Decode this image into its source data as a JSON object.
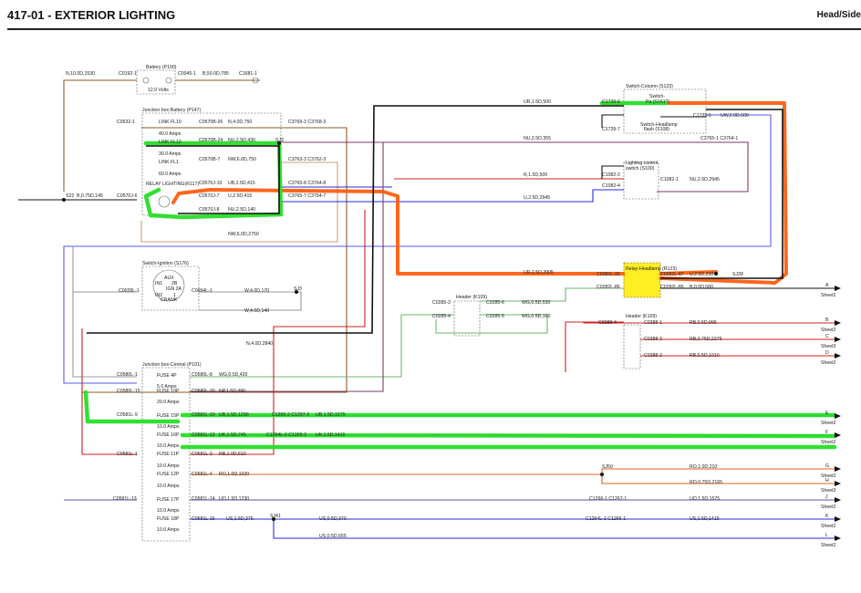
{
  "header": {
    "title": "417-01 - EXTERIOR LIGHTING",
    "right": "Head/Side"
  },
  "colors": {
    "brown": "#8a5a2b",
    "tan": "#c8a27a",
    "violet": "#7a3b6a",
    "blue": "#2a2ad8",
    "lightblue": "#5a5ae8",
    "red": "#d02020",
    "green": "#6fb56f",
    "grey": "#999999",
    "black": "#111111",
    "hl_green": "#22dd22",
    "hl_orange": "#ff5a0a",
    "hl_yellow": "#ffee22"
  },
  "components": {
    "battery": "Battery (P100)",
    "battery_volts": "12.0 Volts",
    "jb_battery": "Junction box-Battery (P147)",
    "switch_column": "Switch-Column (S123)",
    "switch_inner": "Switch-",
    "switch_inner2": "Pa (S161?)",
    "switch_headlamp_flash": "Switch-Headlamp",
    "switch_headlamp_flash2": "flash (S108)",
    "lighting_control": "Lighting control",
    "lighting_control2": "switch (S100)",
    "switch_ignition": "Switch-Ignition (S176)",
    "ign_aux": "AUX",
    "ign_2b": "2B",
    "ign_in1": "IN1",
    "ign_2a": "IGN 2A",
    "ign_in2": "IN2",
    "ign_crank": "CRANK",
    "ign_1": "1",
    "relay_headlamp": "Relay-Headlamp (R123)",
    "header_k109a": "Header (K109)",
    "header_k109b": "Header (K109)",
    "jb_central": "Junction box-Central (P101)",
    "relay_lighting": "RELAY LIGHTING(R117)"
  },
  "fuses": {
    "f_fl10": "LINK FL10",
    "f_fl10_a": "40.0 Amps",
    "f_fl12": "LINK FL12",
    "f_fl12_a": "30.0 Amps",
    "f_fl1": "LINK FL1",
    "f_fl1_a": "60.0 Amps",
    "f_4p": "FUSE 4P",
    "f_4p_a": "5.0 Amps",
    "f_10p": "FUSE 10P",
    "f_10p_a": "20.0 Amps",
    "f_15p": "FUSE 15P",
    "f_15p_a": "10.0 Amps",
    "f_16p": "FUSE 16P",
    "f_16p_a": "10.0 Amps",
    "f_11p": "FUSE 11P",
    "f_11p_a": "10.0 Amps",
    "f_12p": "FUSE 12P",
    "f_12p_a": "10.0 Amps",
    "f_17p": "FUSE 17P",
    "f_17p_a": "10.0 Amps",
    "f_18p": "FUSE 18P",
    "f_18p_a": "10.0 Amps"
  },
  "labels": {
    "w_n10": "N,10.0D,1530",
    "c0192": "C0192-1",
    "c0045": "C0045-1",
    "w_b50": "B,50.0D,785",
    "c1681": "C1681-1",
    "c0632": "C0632-1",
    "c0570b26": "C0570B-26",
    "w_n40": "N,4.0D,750",
    "c3769": "C3769-3 C3768-3",
    "c0570b24": "C0570B-24",
    "w_nu25_430": "NU,2.5D,430",
    "sj3_top": "SJ3",
    "c0570b7": "C0570B-7",
    "w_nw60": "NW,6.0D,750",
    "c3763": "C3763-3 C3762-3",
    "c0570j10": "C0570J-10",
    "w_ub25": "UB,2.5D,415",
    "c3765_8": "C3765-8 C3764-8",
    "s22": "S22",
    "w_b075": "B,0.75D,145",
    "c0570j6": "C0570J-6",
    "c0570j7": "C0570J-7",
    "w_u25_415": "U,2.5D,415",
    "c3765_7": "C3765-7 C3764-7",
    "c0570j8": "C0570J-8",
    "w_nu25_140": "NU,2.5D,140",
    "w_nw60_2750": "NW,6.0D,2750",
    "w_ur15_500": "UR,1.5D,500",
    "c1739_6": "C1739-6",
    "c1739_5": "C1739-5",
    "w_uw20_500": "UW,2.0D,500",
    "c1739_7": "C1739-7",
    "w_nu25_355": "NU,2.5D,355",
    "c3765_1": "C3765-1 C3764-1",
    "w_r15_500": "R,1.5D,500",
    "c1082_2": "C1082-2",
    "c1082_1": "C1082-1",
    "w_nu25_2945": "NU,2.5D,2945",
    "c1082_4": "C1082-4",
    "w_u25_2945": "U,2.5D,2945",
    "c0028l": "C0028L-1",
    "c0094l": "C0094L-1",
    "w_w40_170": "W,4.0D,170",
    "sj3_mid": "SJ3",
    "w_w40_140": "W,4.0D,140",
    "w_ur25_2905": "UR,2.5D,2905",
    "c0282l_30": "C0282L-30",
    "c0282l_87": "C0282L-87",
    "w_u25_250": "U,2.5D,250",
    "sj38": "SJ38",
    "c0282l_86": "C0282L-86",
    "c0282l_85": "C0282L-85",
    "w_b05_580": "B,0.5D,580",
    "c0285_3": "C0285-3",
    "c0285_6": "C0285-6",
    "w_wg05_530": "WG,0.5D,530",
    "c0285_4": "C0285-4",
    "c0285_5": "C0285-5",
    "w_wg05_100": "WG,0.5D,100",
    "c0288_4": "C0288-4",
    "c0288_1": "C0288-1",
    "w_rb05_995": "RB,0.5D,995",
    "c0288_3": "C0288-3",
    "w_rb075_2275": "RB,0.75D,2275",
    "c0288_2": "C0288-2",
    "w_rb05_1010": "RB,0.5D,1010",
    "w_n40_2840": "N,4.0D,2840",
    "c0580l_1": "C0580L-1",
    "c0580l_8": "C0580L-8",
    "w_wg05_420": "WG,0.5D,420",
    "c0580l_15": "C0580L-15",
    "c0580l_20": "C0580L-20",
    "w_np15_490": "NP,1.5D,490",
    "c0581l_9": "C0581L-9",
    "c0581l_10": "C0581L-10",
    "w_ub15_1290": "UB,1.5D,1290",
    "c1265_2": "C1265-2 C1267-2",
    "w_ub15_1575": "UB,1.5D,1575",
    "c0581l_12": "C0581L-12",
    "w_uk15_745": "UK,1.5D,745",
    "c1264l_2": "C1264L-2 C1265-2",
    "w_uk15_1415": "UK,1.5D,1415",
    "c0581l_1": "C0581L-1",
    "c0581l_2": "C0581L-2",
    "w_rb10_610": "RB,1.0D,610",
    "c0581l_4": "C0581L-4",
    "w_ro10_1020": "RO,1.0D,1020",
    "sj50": "SJ50",
    "w_ro10_210": "RO,1.0D,210",
    "w_ro075_2165": "RO,0.75D,2165",
    "c0581l_13": "C0581L-13",
    "c0581l_14": "C0581L-14",
    "w_uo15_1230": "UO,1.5D,1230",
    "c1266_1": "C1266-1 C1267-1",
    "w_uo15_1575": "UO,1.5D,1575",
    "c0581l_16": "C0581L-16",
    "w_us15_375": "US,1.5D,375",
    "sj41": "SJ41",
    "w_us05_370": "US,0.5D,370",
    "c1264l_1": "C1264L-1 C1265-1",
    "w_us15_1415": "US,1.5D,1415",
    "w_us05_655": "US,0.5D,655"
  },
  "offpage": [
    {
      "letter": "A",
      "sheet": "Sheet2"
    },
    {
      "letter": "B",
      "sheet": "Sheet2"
    },
    {
      "letter": "C",
      "sheet": "Sheet3"
    },
    {
      "letter": "D",
      "sheet": "Sheet2"
    },
    {
      "letter": "E",
      "sheet": "Sheet2"
    },
    {
      "letter": "F",
      "sheet": "Sheet2"
    },
    {
      "letter": "G",
      "sheet": "Sheet2"
    },
    {
      "letter": "H",
      "sheet": "Sheet3"
    },
    {
      "letter": "J",
      "sheet": "Sheet2"
    },
    {
      "letter": "K",
      "sheet": "Sheet2"
    },
    {
      "letter": "L",
      "sheet": "Sheet2"
    }
  ]
}
